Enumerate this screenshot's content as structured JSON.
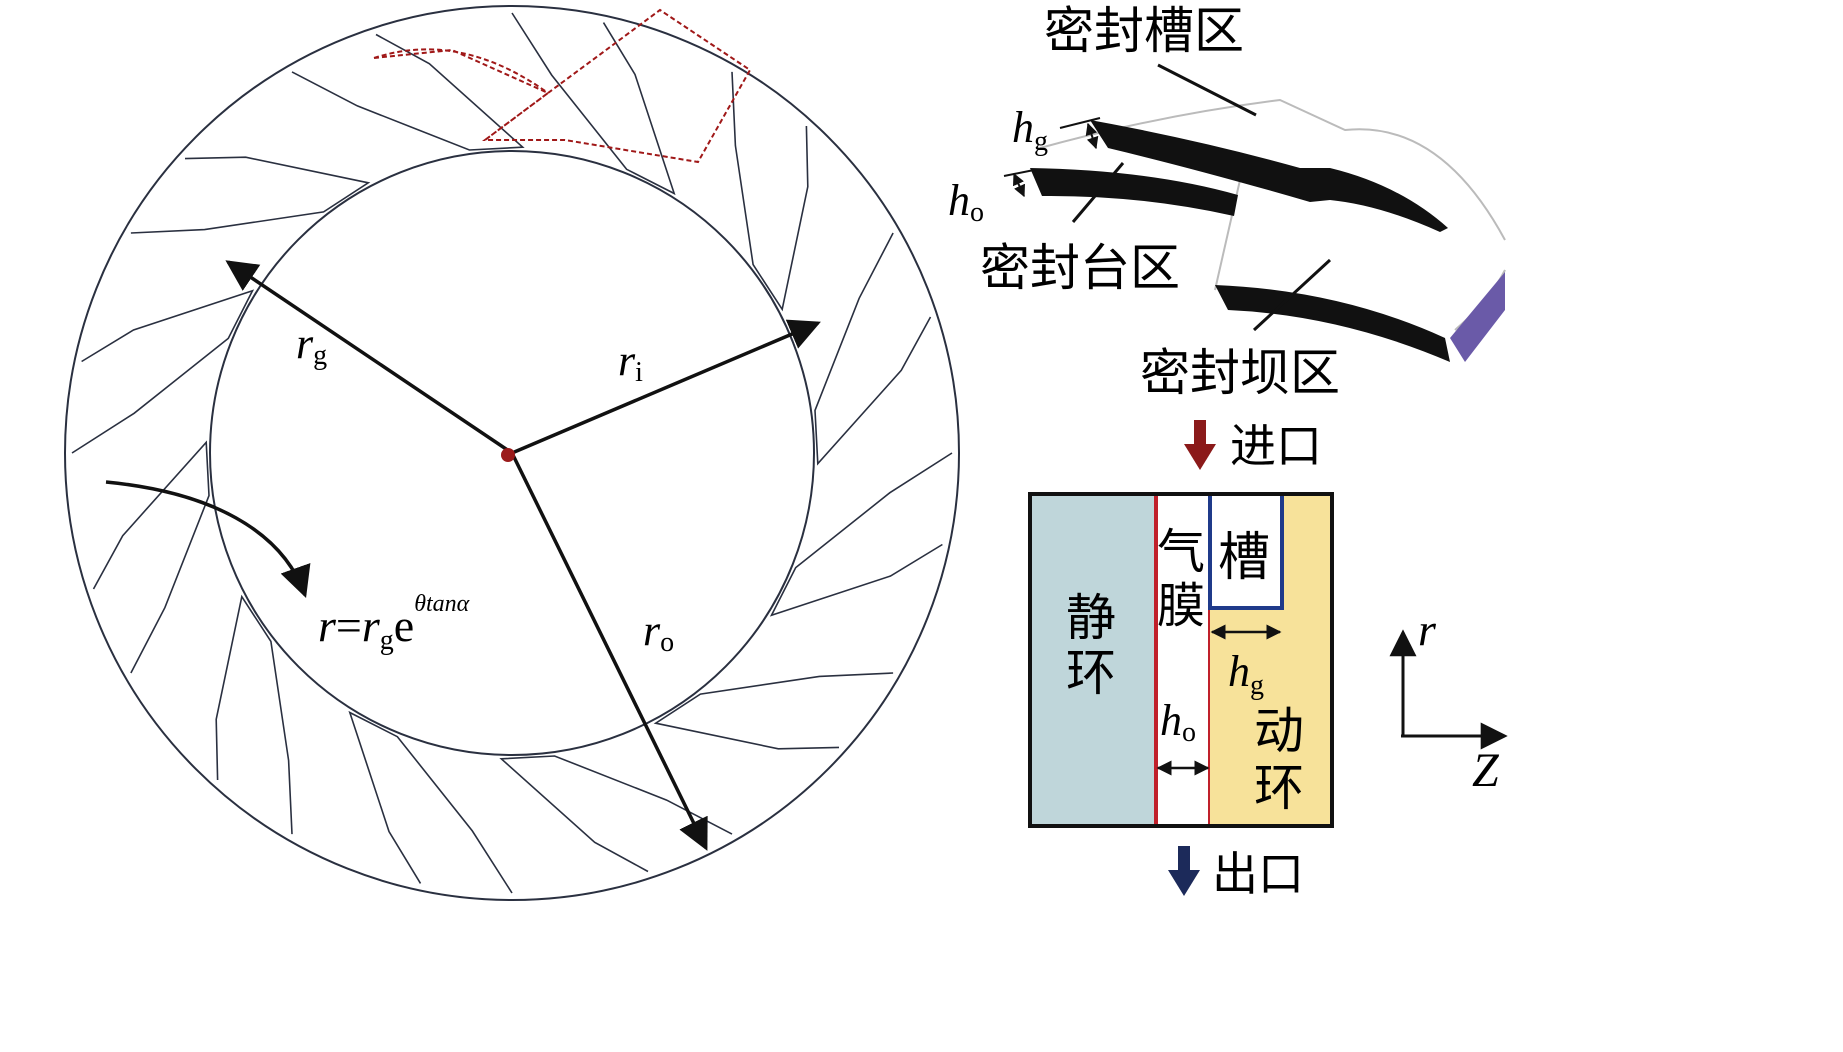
{
  "face_view": {
    "label_rg_main": "r",
    "label_rg_sub": "g",
    "label_ri_main": "r",
    "label_ri_sub": "i",
    "label_ro_main": "r",
    "label_ro_sub": "o",
    "formula_lhs": "r",
    "formula_eq": "=",
    "formula_r": "r",
    "formula_r_sub": "g",
    "formula_e": "e",
    "formula_exp": "θtanα",
    "colors": {
      "outline": "#2a3040",
      "arrow": "#111111",
      "highlight": "#a01818",
      "center": "#9b1b1b"
    }
  },
  "sectional_3d": {
    "label_groove_zone": "密封槽区",
    "label_land_zone": "密封台区",
    "label_dam_zone": "密封坝区",
    "label_hg_main": "h",
    "label_hg_sub": "g",
    "label_ho_main": "h",
    "label_ho_sub": "o",
    "colors": {
      "film": "#111111",
      "edge": "#6a5aa8",
      "outline": "#bbbbbb"
    }
  },
  "schematic": {
    "inlet": "进口",
    "outlet": "出口",
    "stator_line1": "静",
    "stator_line2": "环",
    "film_line1": "气",
    "film_line2": "膜",
    "groove": "槽",
    "rotor_line1": "动",
    "rotor_line2": "环",
    "hg_main": "h",
    "hg_sub": "g",
    "ho_main": "h",
    "ho_sub": "o",
    "axis_r": "r",
    "axis_z": "Z",
    "colors": {
      "stator": "#bfd6da",
      "rotor": "#f7e29a",
      "film_border": "#c0202a",
      "groove_border": "#1f3a8a",
      "inlet_arrow": "#8b1a1a",
      "outlet_arrow": "#1c2a5a"
    }
  }
}
